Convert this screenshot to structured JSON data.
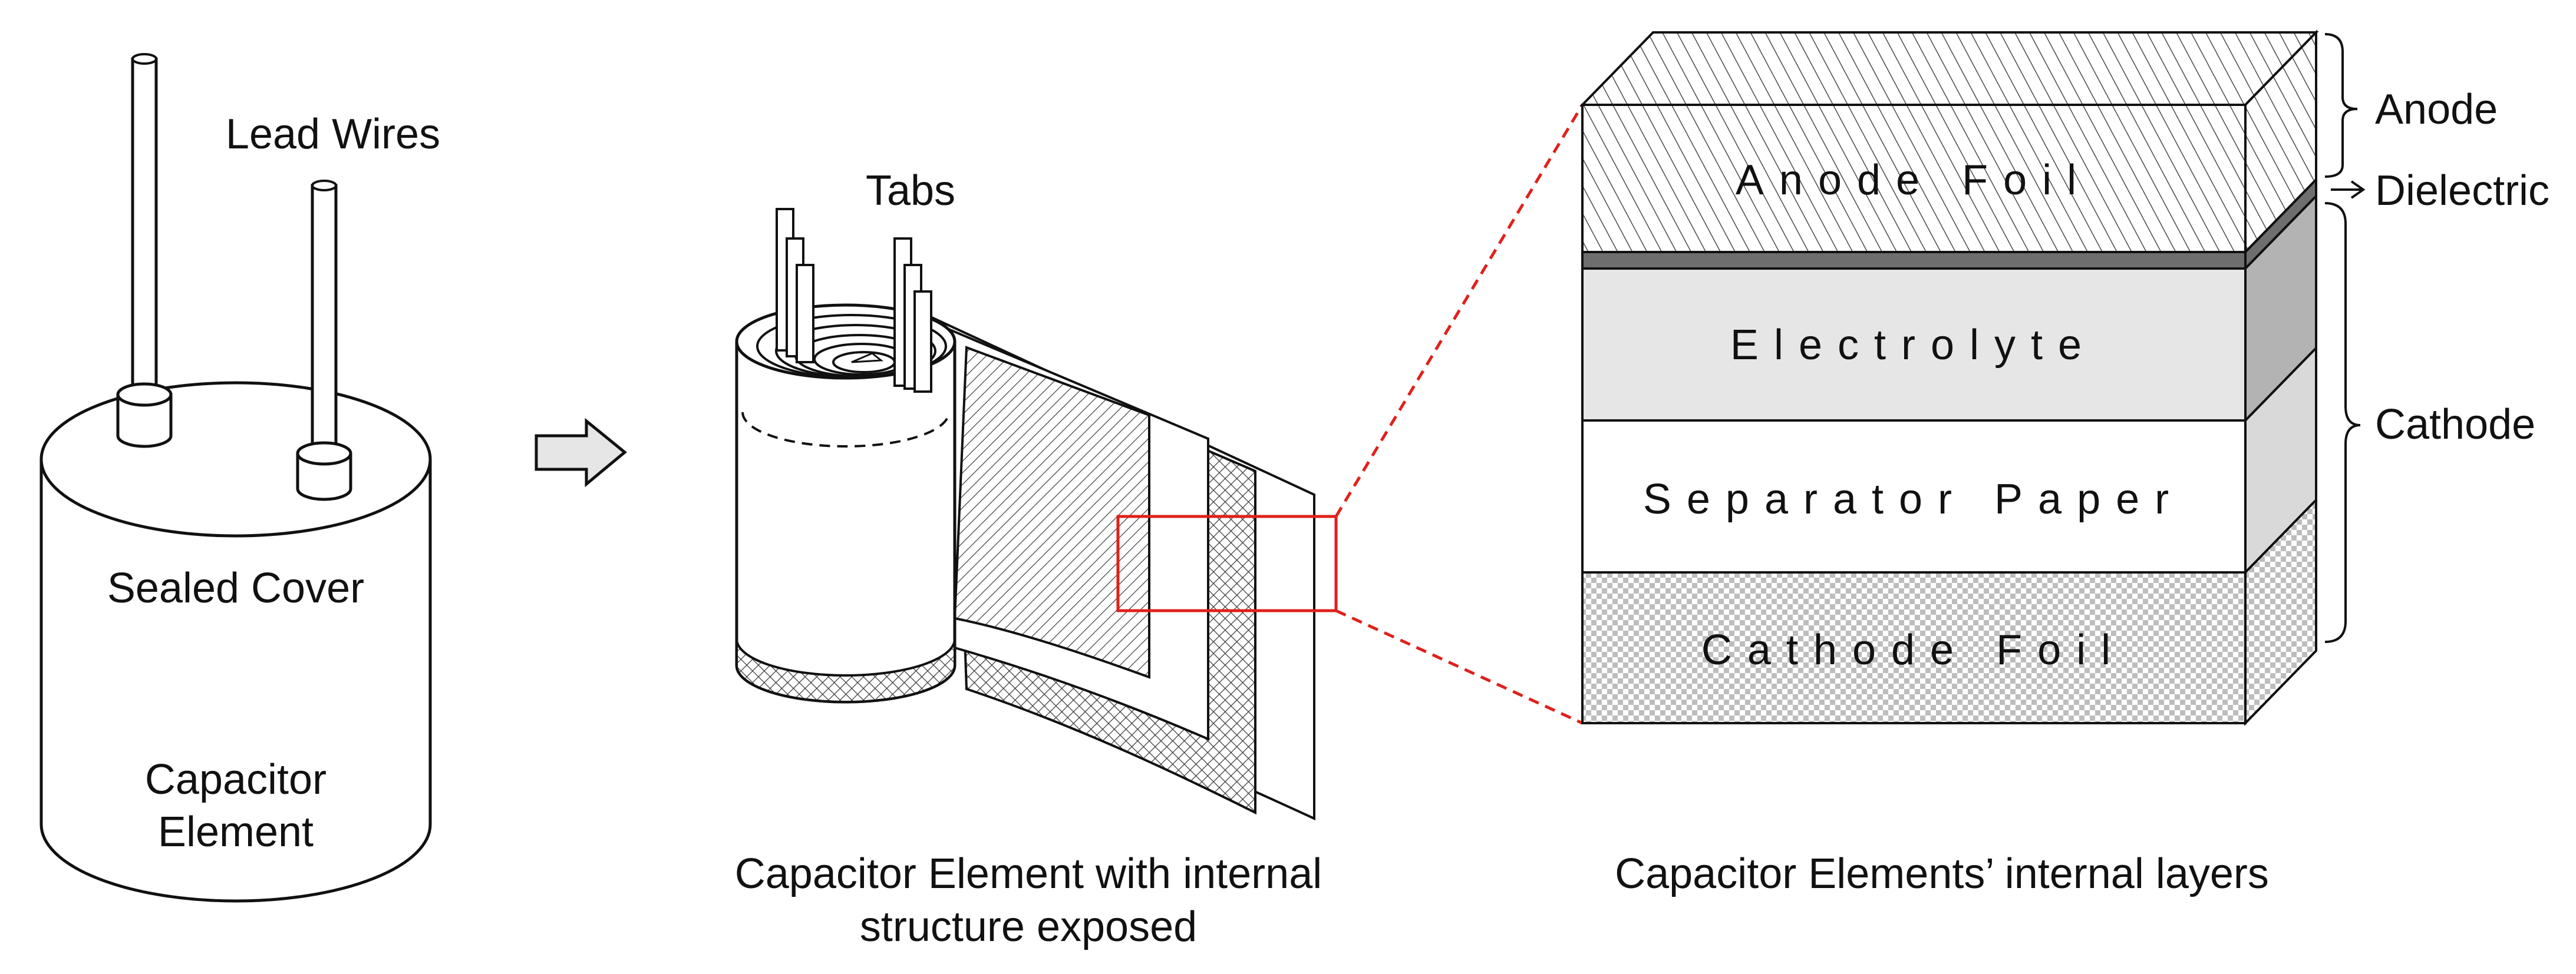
{
  "colors": {
    "outline": "#111111",
    "zoom_box": "#e0201c",
    "dielectric": "#6e6e6e",
    "electrolyte": "#e6e6e6",
    "electrolyte_side": "#b3b3b3",
    "separator": "#ffffff",
    "separator_side": "#d9d9d9",
    "arrow_fill": "#e6e6e6"
  },
  "left_panel": {
    "lead_wires_label": "Lead Wires",
    "sealed_cover_label": "Sealed Cover",
    "capacitor_element_label_line1": "Capacitor",
    "capacitor_element_label_line2": "Element"
  },
  "middle_panel": {
    "tabs_label": "Tabs",
    "caption_line1": "Capacitor Element with internal",
    "caption_line2": "structure exposed"
  },
  "right_panel": {
    "layers": {
      "anode_foil": "Anode Foil",
      "electrolyte": "Electrolyte",
      "separator_paper": "Separator Paper",
      "cathode_foil": "Cathode Foil"
    },
    "brackets": {
      "anode": "Anode",
      "dielectric": "Dielectric",
      "cathode": "Cathode"
    },
    "caption": "Capacitor Elements’ internal layers"
  }
}
